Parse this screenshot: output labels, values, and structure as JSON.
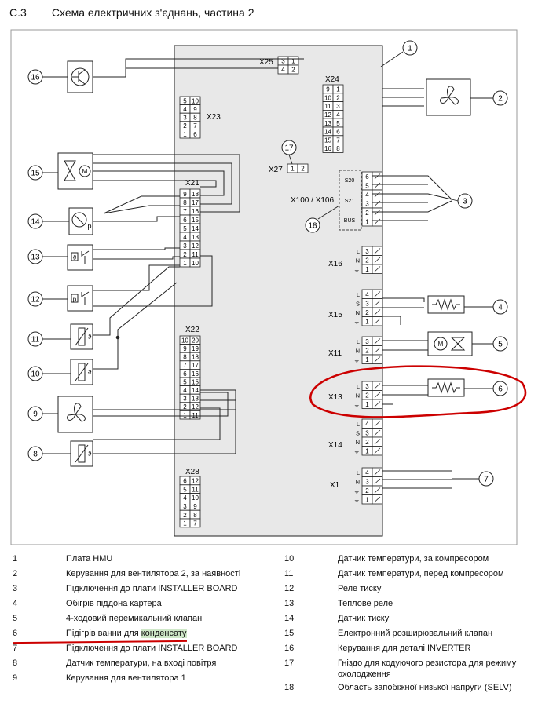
{
  "header": {
    "section": "C.3",
    "title": "Схема електричних з'єднань, частина 2"
  },
  "board": {
    "x25": "X25",
    "x25_pins": [
      "3",
      "1",
      "4",
      "2"
    ],
    "x24": "X24",
    "x24_rows": [
      [
        "9",
        "1"
      ],
      [
        "10",
        "2"
      ],
      [
        "11",
        "3"
      ],
      [
        "12",
        "4"
      ],
      [
        "13",
        "5"
      ],
      [
        "14",
        "6"
      ],
      [
        "15",
        "7"
      ],
      [
        "16",
        "8"
      ]
    ],
    "x23": "X23",
    "x23_rows": [
      [
        "5",
        "10"
      ],
      [
        "4",
        "9"
      ],
      [
        "3",
        "8"
      ],
      [
        "2",
        "7"
      ],
      [
        "1",
        "6"
      ]
    ],
    "x27": "X27",
    "x27_pins": [
      "1",
      "2"
    ],
    "x21": "X21",
    "x21_rows": [
      [
        "9",
        "18"
      ],
      [
        "8",
        "17"
      ],
      [
        "7",
        "16"
      ],
      [
        "6",
        "15"
      ],
      [
        "5",
        "14"
      ],
      [
        "4",
        "13"
      ],
      [
        "3",
        "12"
      ],
      [
        "2",
        "11"
      ],
      [
        "1",
        "10"
      ]
    ],
    "x22": "X22",
    "x22_rows": [
      [
        "10",
        "20"
      ],
      [
        "9",
        "19"
      ],
      [
        "8",
        "18"
      ],
      [
        "7",
        "17"
      ],
      [
        "6",
        "16"
      ],
      [
        "5",
        "15"
      ],
      [
        "4",
        "14"
      ],
      [
        "3",
        "13"
      ],
      [
        "2",
        "12"
      ],
      [
        "1",
        "11"
      ]
    ],
    "x28": "X28",
    "x28_rows": [
      [
        "6",
        "12"
      ],
      [
        "5",
        "11"
      ],
      [
        "4",
        "10"
      ],
      [
        "3",
        "9"
      ],
      [
        "2",
        "8"
      ],
      [
        "1",
        "7"
      ]
    ],
    "x100": "X100 / X106",
    "x100_groups": [
      "S20",
      "S21",
      "BUS"
    ],
    "x100_pins": [
      "6",
      "5",
      "4",
      "3",
      "2",
      "1"
    ],
    "x16": "X16",
    "x16_rows": [
      [
        "L",
        "3"
      ],
      [
        "N",
        "2"
      ],
      [
        "⏚",
        "1"
      ]
    ],
    "x15": "X15",
    "x15_rows": [
      [
        "L",
        "4"
      ],
      [
        "S",
        "3"
      ],
      [
        "N",
        "2"
      ],
      [
        "⏚",
        "1"
      ]
    ],
    "x11": "X11",
    "x11_rows": [
      [
        "L",
        "3"
      ],
      [
        "N",
        "2"
      ],
      [
        "⏚",
        "1"
      ]
    ],
    "x13": "X13",
    "x13_rows": [
      [
        "L",
        "3"
      ],
      [
        "N",
        "2"
      ],
      [
        "⏚",
        "1"
      ]
    ],
    "x14": "X14",
    "x14_rows": [
      [
        "L",
        "4"
      ],
      [
        "S",
        "3"
      ],
      [
        "N",
        "2"
      ],
      [
        "⏚",
        "1"
      ]
    ],
    "x1": "X1",
    "x1_rows": [
      [
        "L",
        "4"
      ],
      [
        "N",
        "3"
      ],
      [
        "⏚",
        "2"
      ],
      [
        "⏚",
        "1"
      ]
    ]
  },
  "callouts": {
    "c1": "1",
    "c2": "2",
    "c3": "3",
    "c4": "4",
    "c5": "5",
    "c6": "6",
    "c7": "7",
    "c8": "8",
    "c9": "9",
    "c10": "10",
    "c11": "11",
    "c12": "12",
    "c13": "13",
    "c14": "14",
    "c15": "15",
    "c16": "16",
    "c17": "17",
    "c18": "18"
  },
  "symbols": {
    "motor": "M",
    "pressure": "p",
    "theta": "ϑ"
  },
  "legend": [
    {
      "num": "1",
      "text": "Плата HMU"
    },
    {
      "num": "2",
      "text": "Керування для вентилятора 2, за наявності"
    },
    {
      "num": "3",
      "text": "Підключення до плати INSTALLER BOARD"
    },
    {
      "num": "4",
      "text": "Обігрів піддона картера"
    },
    {
      "num": "5",
      "text": "4-ходовий перемикальний клапан"
    },
    {
      "num": "6",
      "text_pre": "Підігрів ванни для ",
      "text_hl": "конденсату"
    },
    {
      "num": "7",
      "text": "Підключення до плати INSTALLER BOARD"
    },
    {
      "num": "8",
      "text": "Датчик температури, на вході повітря"
    },
    {
      "num": "9",
      "text": "Керування для вентилятора 1"
    },
    {
      "num": "10",
      "text": "Датчик температури, за компресором"
    },
    {
      "num": "11",
      "text": "Датчик температури, перед компресором"
    },
    {
      "num": "12",
      "text": "Реле тиску"
    },
    {
      "num": "13",
      "text": "Теплове реле"
    },
    {
      "num": "14",
      "text": "Датчик тиску"
    },
    {
      "num": "15",
      "text": "Електронний розширювальний клапан"
    },
    {
      "num": "16",
      "text": "Керування для деталі INVERTER"
    },
    {
      "num": "17",
      "text": "Гніздо для кодуючого резистора для режиму охолодження"
    },
    {
      "num": "18",
      "text": "Область запобіжної низької напруги (SELV)"
    }
  ],
  "colors": {
    "board_fill": "#e8e8e8",
    "line": "#222222",
    "markup_red": "#cc0000",
    "highlight": "#cfe8c8"
  }
}
